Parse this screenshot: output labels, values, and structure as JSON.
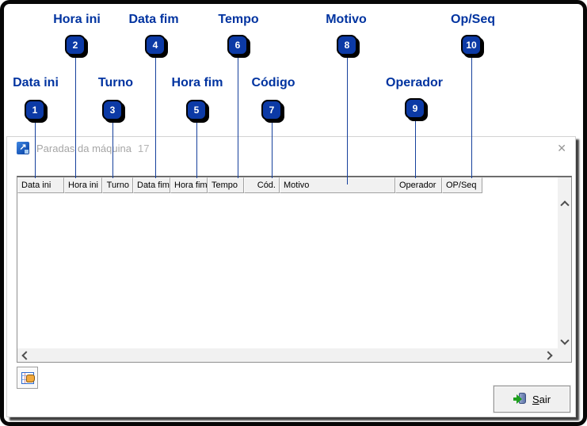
{
  "annotations": [
    {
      "num": "1",
      "label": "Data ini"
    },
    {
      "num": "2",
      "label": "Hora ini"
    },
    {
      "num": "3",
      "label": "Turno"
    },
    {
      "num": "4",
      "label": "Data fim"
    },
    {
      "num": "5",
      "label": "Hora fim"
    },
    {
      "num": "6",
      "label": "Tempo"
    },
    {
      "num": "7",
      "label": "Código"
    },
    {
      "num": "8",
      "label": "Motivo"
    },
    {
      "num": "9",
      "label": "Operador"
    },
    {
      "num": "10",
      "label": "Op/Seq"
    }
  ],
  "window": {
    "title": "Paradas da máquina",
    "title_extra": "17",
    "app_icon_glyph": "↗",
    "close_icon": "✕"
  },
  "grid": {
    "columns": [
      {
        "label": "Data ini"
      },
      {
        "label": "Hora ini"
      },
      {
        "label": "Turno"
      },
      {
        "label": "Data fim"
      },
      {
        "label": "Hora fim"
      },
      {
        "label": "Tempo"
      },
      {
        "label": "Cód."
      },
      {
        "label": "Motivo"
      },
      {
        "label": "Operador"
      },
      {
        "label": "OP/Seq"
      }
    ],
    "rows": []
  },
  "footer": {
    "exit_accel": "S",
    "exit_rest": "air"
  },
  "colors": {
    "annotation_blue": "#0033a0",
    "badge_fill": "#0c3aa6",
    "header_cell_bg": "#f1f1f1",
    "scrollbar_track": "#f1f1f1"
  }
}
